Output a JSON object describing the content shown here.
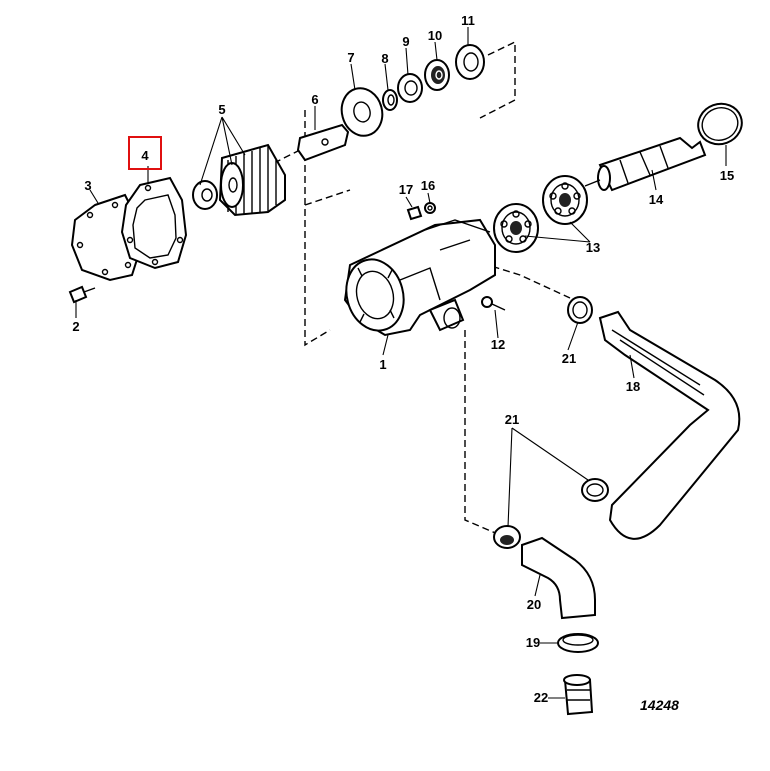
{
  "callouts": {
    "c1": "1",
    "c2": "2",
    "c3": "3",
    "c4": "4",
    "c5": "5",
    "c6": "6",
    "c7": "7",
    "c8": "8",
    "c9": "9",
    "c10": "10",
    "c11": "11",
    "c12": "12",
    "c13": "13",
    "c14": "14",
    "c15": "15",
    "c16": "16",
    "c17": "17",
    "c18": "18",
    "c19": "19",
    "c20": "20",
    "c21a": "21",
    "c21b": "21",
    "c22": "22"
  },
  "drawing_number": "14248",
  "highlight": {
    "part": "4",
    "color": "#e01010"
  }
}
